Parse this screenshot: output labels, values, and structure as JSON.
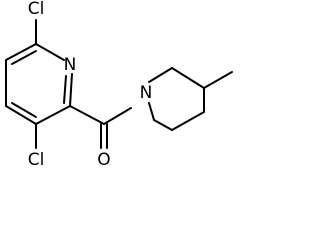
{
  "molecule": {
    "atoms": {
      "cl_top": "Cl",
      "n_pyridine": "N",
      "cl_bottom": "Cl",
      "o_carbonyl": "O",
      "n_piperidine": "N"
    }
  }
}
